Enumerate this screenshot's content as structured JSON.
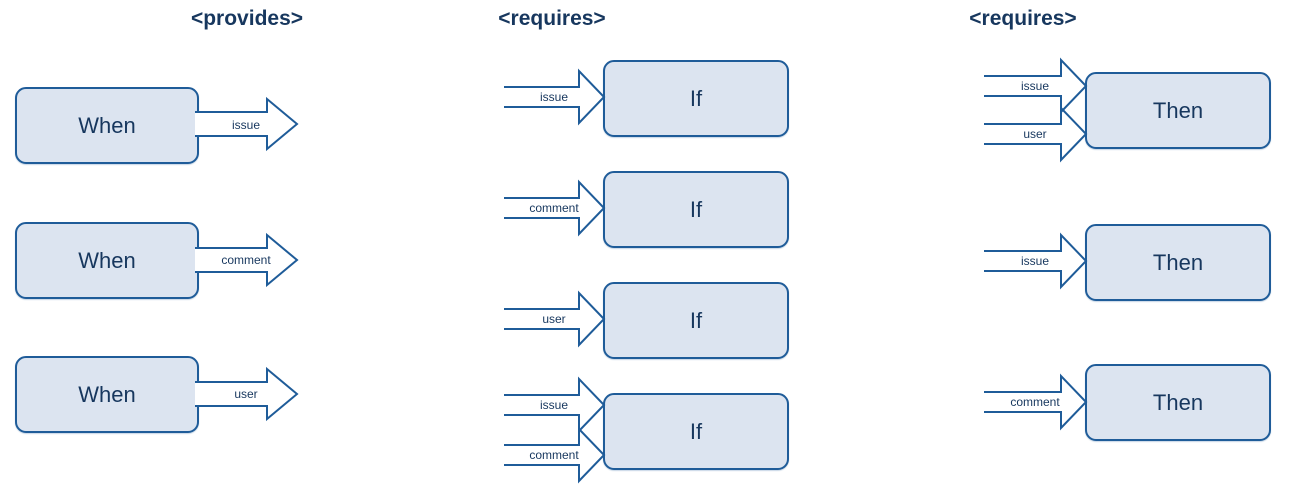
{
  "palette": {
    "box_fill": "#dce4f0",
    "line_blue": "#1f5c99",
    "text_navy": "#17375e",
    "arrow_fill": "#ffffff",
    "background": "#ffffff"
  },
  "columns": [
    {
      "header": "<provides>",
      "arrow_direction": "outgoing",
      "rows": [
        {
          "box": "When",
          "arrows": [
            "issue"
          ]
        },
        {
          "box": "When",
          "arrows": [
            "comment"
          ]
        },
        {
          "box": "When",
          "arrows": [
            "user"
          ]
        }
      ]
    },
    {
      "header": "<requires>",
      "arrow_direction": "incoming",
      "rows": [
        {
          "box": "If",
          "arrows": [
            "issue"
          ]
        },
        {
          "box": "If",
          "arrows": [
            "comment"
          ]
        },
        {
          "box": "If",
          "arrows": [
            "user"
          ]
        },
        {
          "box": "If",
          "arrows": [
            "issue",
            "comment"
          ]
        }
      ]
    },
    {
      "header": "<requires>",
      "arrow_direction": "incoming",
      "rows": [
        {
          "box": "Then",
          "arrows": [
            "issue",
            "user"
          ]
        },
        {
          "box": "Then",
          "arrows": [
            "issue"
          ]
        },
        {
          "box": "Then",
          "arrows": [
            "comment"
          ]
        }
      ]
    }
  ]
}
